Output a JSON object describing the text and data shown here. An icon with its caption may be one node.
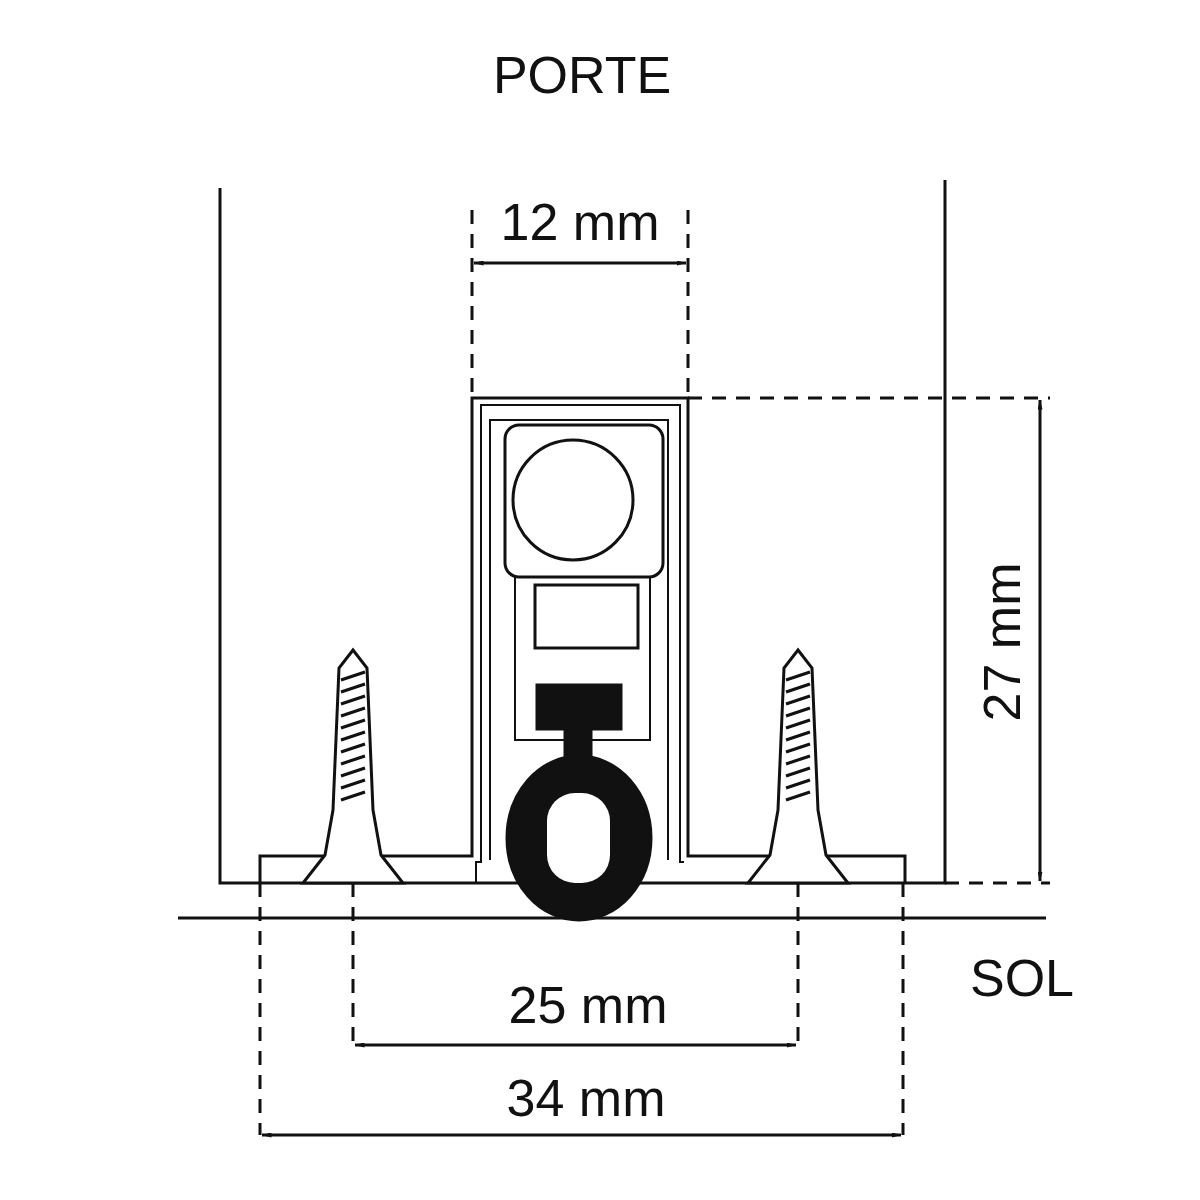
{
  "diagram": {
    "labels": [
      "PORTE",
      "12 mm",
      "27 mm",
      "SOL",
      "25 mm",
      "34 mm"
    ]
  }
}
